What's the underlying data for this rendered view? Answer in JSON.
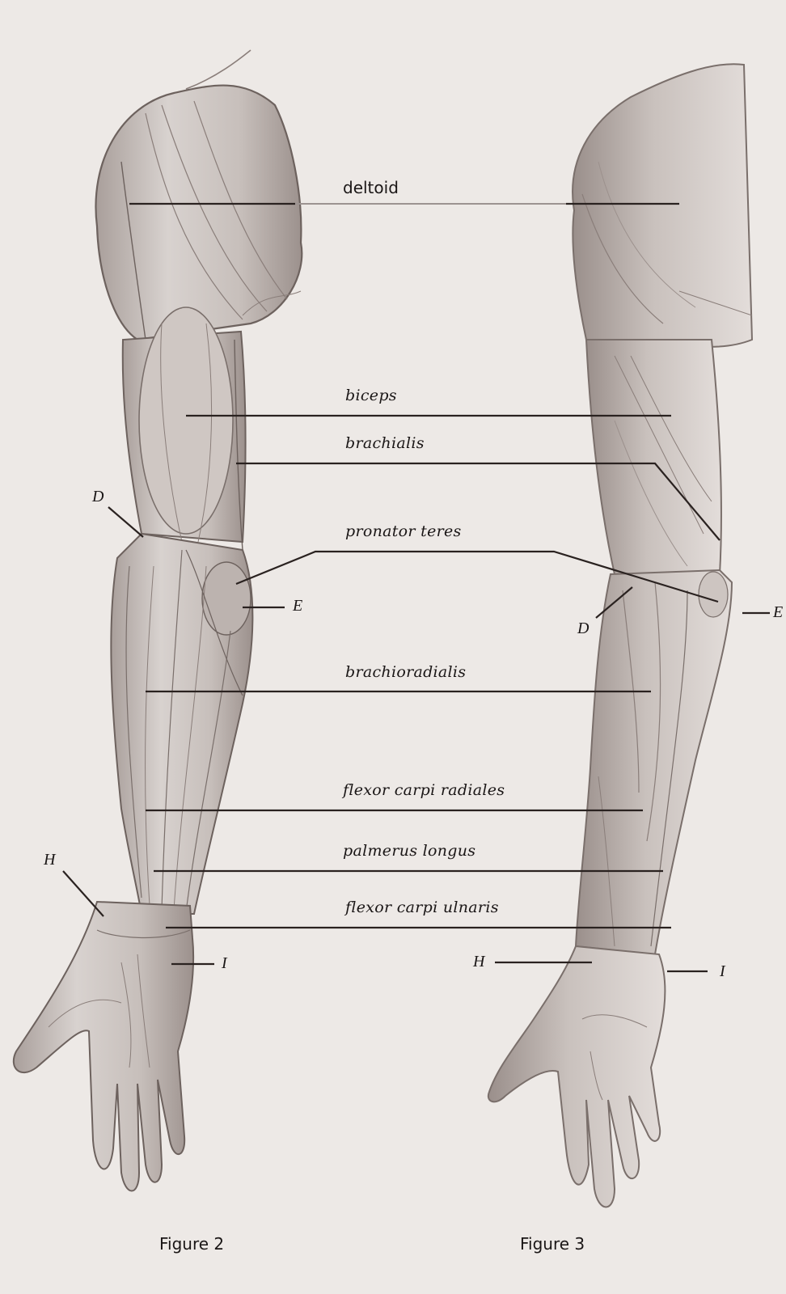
{
  "diagram": {
    "subject": "Arm muscle anatomy (anterior views)",
    "colors": {
      "background": "#ede9e6",
      "leader_line": "#2a2220",
      "sketch_dark": "#5a4e4a",
      "sketch_mid": "#8a7e7a",
      "sketch_light": "#b5aca8",
      "text": "#1a1616"
    },
    "muscle_labels": [
      {
        "id": "deltoid",
        "text": "deltoid"
      },
      {
        "id": "biceps",
        "text": "biceps"
      },
      {
        "id": "brachialis",
        "text": "brachialis"
      },
      {
        "id": "pronator-teres",
        "text": "pronator teres"
      },
      {
        "id": "brachioradialis",
        "text": "brachioradialis"
      },
      {
        "id": "flexor-carpi-radiales",
        "text": "flexor carpi radiales"
      },
      {
        "id": "palmerus-longus",
        "text": "palmerus longus"
      },
      {
        "id": "flexor-carpi-ulnaris",
        "text": "flexor carpi ulnaris"
      }
    ],
    "letter_labels": {
      "figure2": {
        "D": "D",
        "E": "E",
        "H": "H",
        "I": "I"
      },
      "figure3": {
        "D": "D",
        "E": "E",
        "H": "H",
        "I": "I"
      }
    },
    "figures": [
      {
        "id": "figure-2",
        "caption": "Figure 2"
      },
      {
        "id": "figure-3",
        "caption": "Figure 3"
      }
    ]
  }
}
